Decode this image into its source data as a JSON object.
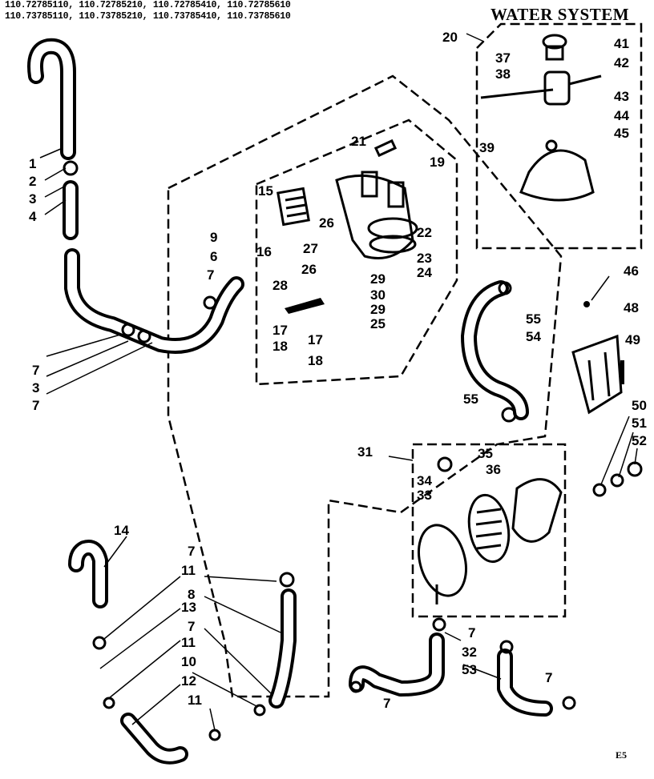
{
  "header": {
    "models_line1": "110.72785110, 110.72785210, 110.72785410, 110.72785610",
    "models_line2": "110.73785110, 110.73785210, 110.73785410, 110.73785610"
  },
  "title": "WATER SYSTEM",
  "page_code": "E5",
  "callouts": [
    "1",
    "2",
    "3",
    "4",
    "7",
    "3",
    "7",
    "6",
    "9",
    "7",
    "16",
    "15",
    "21",
    "19",
    "22",
    "23",
    "24",
    "26",
    "27",
    "26",
    "29",
    "30",
    "29",
    "25",
    "28",
    "17",
    "18",
    "17",
    "18",
    "20",
    "41",
    "37",
    "42",
    "38",
    "43",
    "44",
    "45",
    "39",
    "46",
    "48",
    "49",
    "55",
    "54",
    "55",
    "50",
    "51",
    "52",
    "31",
    "35",
    "36",
    "34",
    "33",
    "14",
    "7",
    "11",
    "8",
    "13",
    "7",
    "11",
    "10",
    "12",
    "11",
    "7",
    "32",
    "53",
    "7",
    "7"
  ]
}
